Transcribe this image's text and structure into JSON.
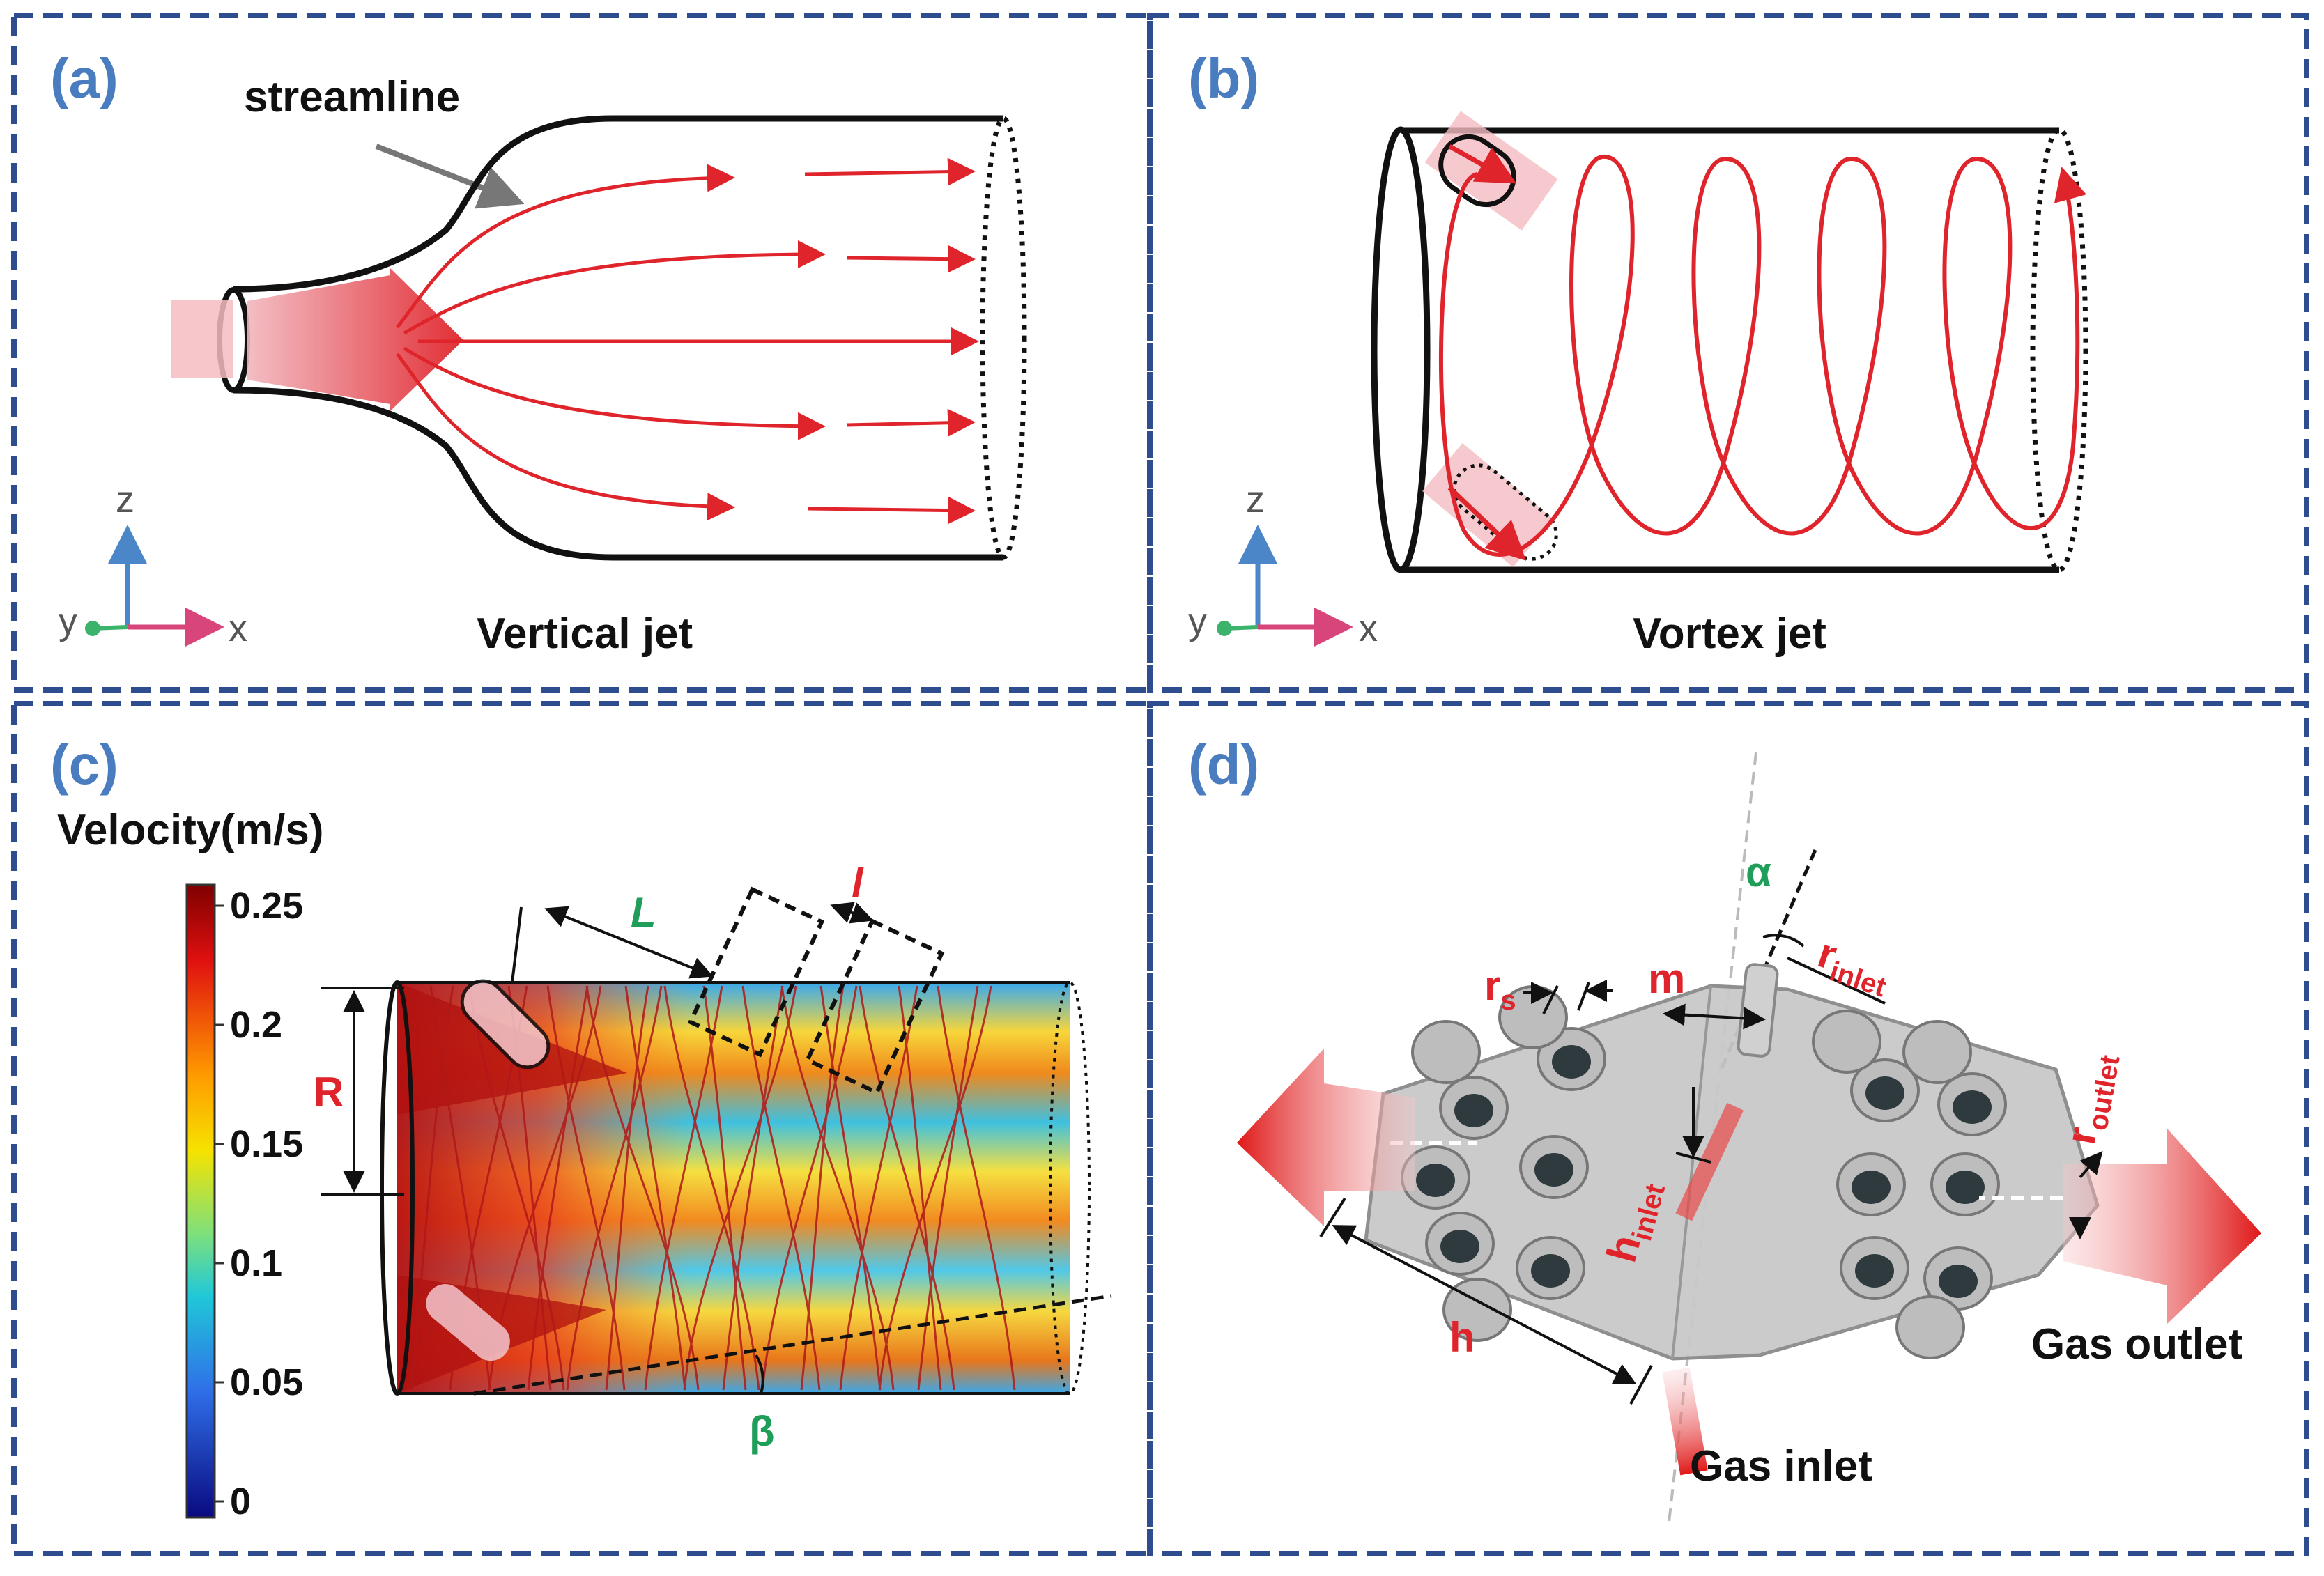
{
  "colors": {
    "panel_border": "#2e4d8f",
    "panel_label": "#4a7cc0",
    "flow": "#e0242b",
    "dimension_red": "#e0242b",
    "dimension_green": "#1f9e5a",
    "axis_z": "#4a86c8",
    "axis_x": "#d8457a",
    "axis_y": "#3bb36a"
  },
  "panels": {
    "a": {
      "label": "(a)",
      "caption": "Vertical jet",
      "annotation": "streamline",
      "axes": {
        "z": "z",
        "x": "x",
        "y": "y"
      }
    },
    "b": {
      "label": "(b)",
      "caption": "Vortex jet",
      "axes": {
        "z": "z",
        "x": "x",
        "y": "y"
      }
    },
    "c": {
      "label": "(c)",
      "colorbar": {
        "title": "Velocity(m/s)",
        "ticks": [
          "0.25",
          "0.2",
          "0.15",
          "0.1",
          "0.05",
          "0"
        ],
        "range": [
          0,
          0.25
        ],
        "colormap": "jet"
      },
      "dimensions": {
        "L": "L",
        "l": "l",
        "R": "R",
        "beta": "β"
      }
    },
    "d": {
      "label": "(d)",
      "dimensions": {
        "r": "r",
        "r_sub": "s",
        "m": "m",
        "alpha": "α",
        "r_inlet": "r",
        "r_inlet_sub": "inlet",
        "r_outlet": "r",
        "r_outlet_sub": "outlet",
        "h_inlet": "h",
        "h_inlet_sub": "inlet",
        "h": "h"
      },
      "gas_outlet": "Gas outlet",
      "gas_inlet": "Gas inlet"
    }
  }
}
